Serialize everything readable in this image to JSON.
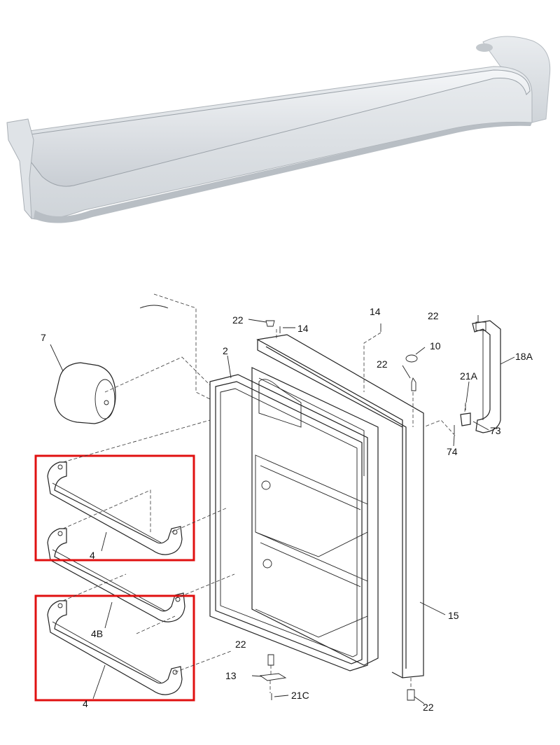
{
  "photo": {
    "subject": "door-bin-bar"
  },
  "diagram": {
    "labels": [
      {
        "id": "lbl-22-top-left",
        "text": "22"
      },
      {
        "id": "lbl-14-top-left",
        "text": "14"
      },
      {
        "id": "lbl-14-top",
        "text": "14"
      },
      {
        "id": "lbl-22-top-right",
        "text": "22"
      },
      {
        "id": "lbl-7",
        "text": "7"
      },
      {
        "id": "lbl-2",
        "text": "2"
      },
      {
        "id": "lbl-10",
        "text": "10"
      },
      {
        "id": "lbl-22-mid",
        "text": "22"
      },
      {
        "id": "lbl-18A",
        "text": "18A"
      },
      {
        "id": "lbl-21A",
        "text": "21A"
      },
      {
        "id": "lbl-73",
        "text": "73"
      },
      {
        "id": "lbl-74",
        "text": "74"
      },
      {
        "id": "lbl-4-upper",
        "text": "4"
      },
      {
        "id": "lbl-4B",
        "text": "4B"
      },
      {
        "id": "lbl-4-lower",
        "text": "4"
      },
      {
        "id": "lbl-15",
        "text": "15"
      },
      {
        "id": "lbl-22-bottom",
        "text": "22"
      },
      {
        "id": "lbl-13",
        "text": "13"
      },
      {
        "id": "lbl-21C",
        "text": "21C"
      },
      {
        "id": "lbl-22-bottom-right",
        "text": "22"
      }
    ],
    "highlight_color": "#e01010"
  }
}
